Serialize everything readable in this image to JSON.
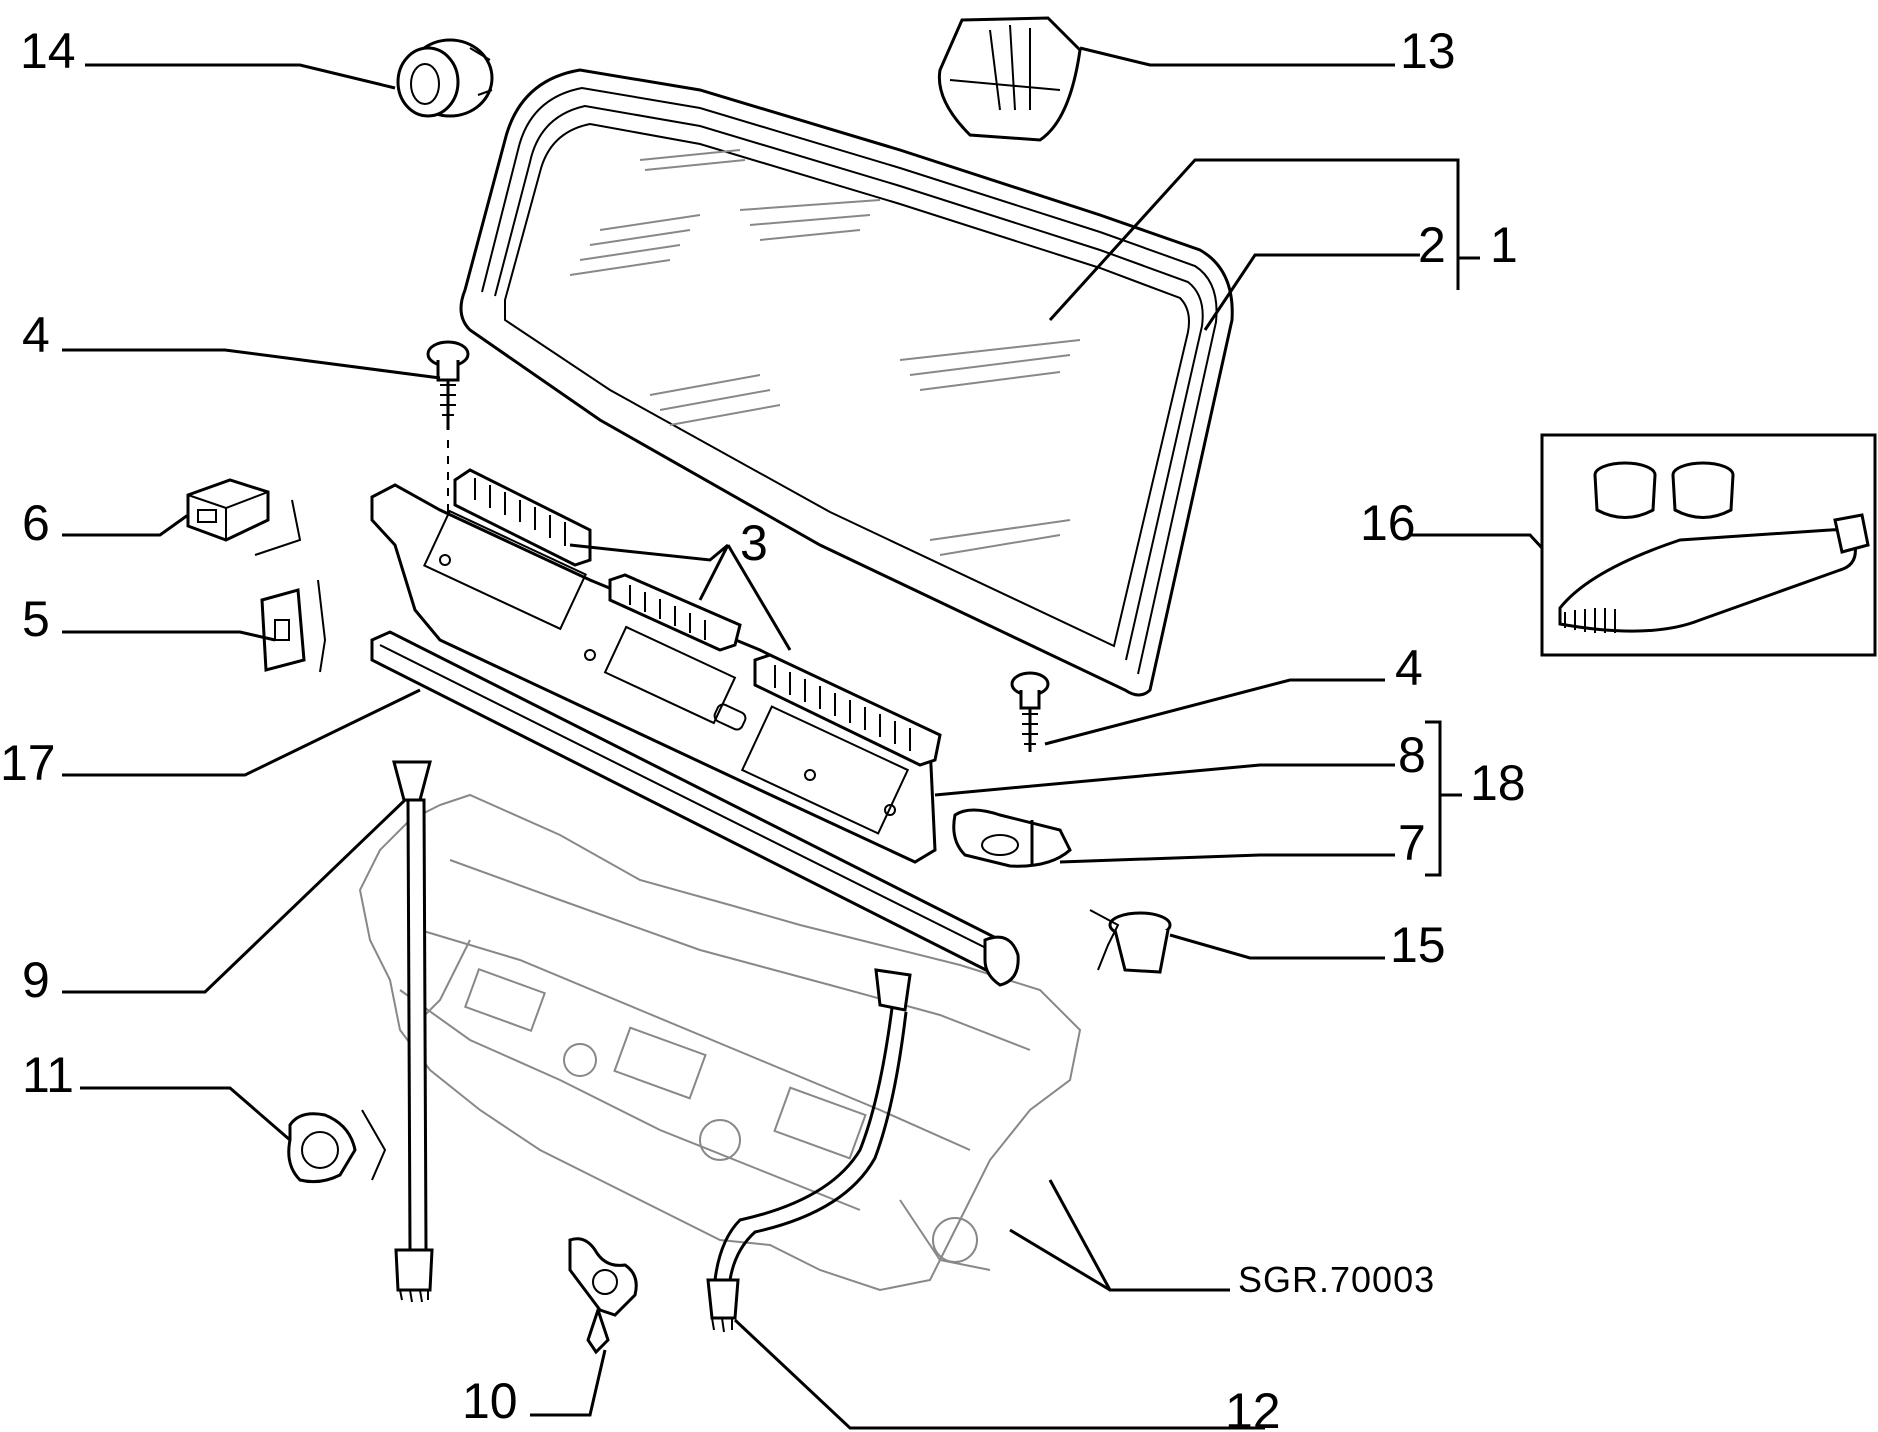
{
  "callouts": {
    "c1": "1",
    "c2": "2",
    "c3": "3",
    "c4a": "4",
    "c4b": "4",
    "c5": "5",
    "c6": "6",
    "c7": "7",
    "c8": "8",
    "c9": "9",
    "c10": "10",
    "c11": "11",
    "c12": "12",
    "c13": "13",
    "c14": "14",
    "c15": "15",
    "c16": "16",
    "c17": "17",
    "c18": "18"
  },
  "reference": "SGR.70003"
}
